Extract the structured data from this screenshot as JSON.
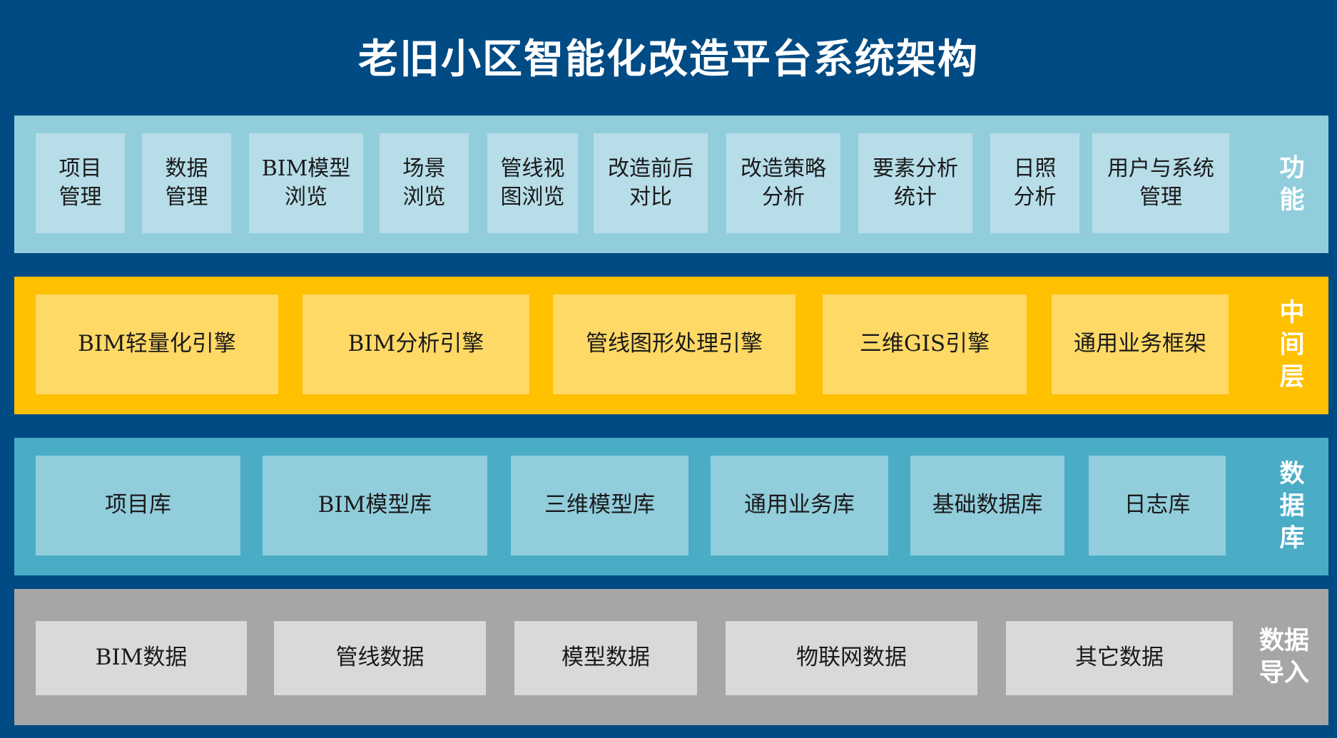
{
  "title": "老旧小区智能化改造平台系统架构",
  "colors": {
    "page_bg": "#004b84",
    "function_layer_bg": "#92cddc",
    "function_box_bg": "#b7dde8",
    "middle_layer_bg": "#ffc000",
    "middle_box_bg": "#ffd966",
    "database_layer_bg": "#4bacc6",
    "database_box_bg": "#92cddc",
    "import_layer_bg": "#a6a6a6",
    "import_box_bg": "#d9d9d9"
  },
  "layers": {
    "function": {
      "label_lines": [
        "功",
        "能"
      ],
      "items": [
        {
          "lines": [
            "项目",
            "管理"
          ]
        },
        {
          "lines": [
            "数据",
            "管理"
          ]
        },
        {
          "lines": [
            "BIM模型",
            "浏览"
          ]
        },
        {
          "lines": [
            "场景",
            "浏览"
          ]
        },
        {
          "lines": [
            "管线视",
            "图浏览"
          ]
        },
        {
          "lines": [
            "改造前后",
            "对比"
          ]
        },
        {
          "lines": [
            "改造策略",
            "分析"
          ]
        },
        {
          "lines": [
            "要素分析",
            "统计"
          ]
        },
        {
          "lines": [
            "日照",
            "分析"
          ]
        },
        {
          "lines": [
            "用户与系统",
            "管理"
          ]
        }
      ]
    },
    "middle": {
      "label_lines": [
        "中",
        "间",
        "层"
      ],
      "items": [
        {
          "lines": [
            "BIM轻量化引擎"
          ]
        },
        {
          "lines": [
            "BIM分析引擎"
          ]
        },
        {
          "lines": [
            "管线图形处理引擎"
          ]
        },
        {
          "lines": [
            "三维GIS引擎"
          ]
        },
        {
          "lines": [
            "通用业务框架"
          ]
        }
      ]
    },
    "database": {
      "label_lines": [
        "数",
        "据",
        "库"
      ],
      "items": [
        {
          "lines": [
            "项目库"
          ]
        },
        {
          "lines": [
            "BIM模型库"
          ]
        },
        {
          "lines": [
            "三维模型库"
          ]
        },
        {
          "lines": [
            "通用业务库"
          ]
        },
        {
          "lines": [
            "基础数据库"
          ]
        },
        {
          "lines": [
            "日志库"
          ]
        }
      ]
    },
    "import": {
      "label_lines": [
        "数据",
        "导入"
      ],
      "items": [
        {
          "lines": [
            "BIM数据"
          ]
        },
        {
          "lines": [
            "管线数据"
          ]
        },
        {
          "lines": [
            "模型数据"
          ]
        },
        {
          "lines": [
            "物联网数据"
          ]
        },
        {
          "lines": [
            "其它数据"
          ]
        }
      ]
    }
  }
}
